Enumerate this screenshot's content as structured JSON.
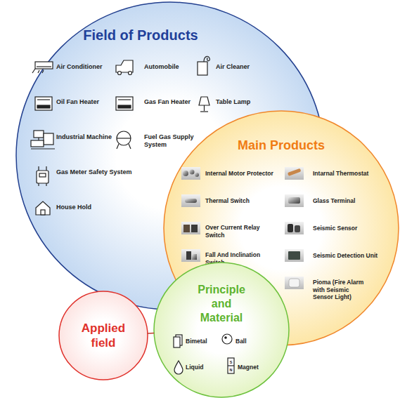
{
  "diagram": {
    "nodes": [
      {
        "text": [
          "Field of Products",
          "Air Conditioner",
          "Automobile",
          "Air Cleaner",
          "Oil Fan Heater",
          "Gas Fan Heater",
          "Table Lamp",
          "Industrial Machine",
          "Fuel Gas Supply System",
          "Gas Meter Safety System",
          "House Hold"
        ]
      },
      {
        "text": [
          "Main Products",
          "Internal Motor Protector",
          "Intarnal Thermostat",
          "Thermal Switch",
          "Glass Terminal",
          "Over Current Relay Switch",
          "Seismic Sensor",
          "Fall And Inclination Switch",
          "Seismic Detection Unit",
          "Pioma (Fire Alarm with Seismic Sensor Light)"
        ]
      },
      {
        "text": [
          "Principle and Material",
          "Bimetal",
          "Ball",
          "Liquid",
          "Magnet"
        ]
      },
      {
        "text": [
          "Applied field"
        ]
      }
    ],
    "edges": [
      {
        "from": 3,
        "to": 2,
        "arrow": "none"
      }
    ],
    "labels": [
      "S",
      "N"
    ]
  }
}
